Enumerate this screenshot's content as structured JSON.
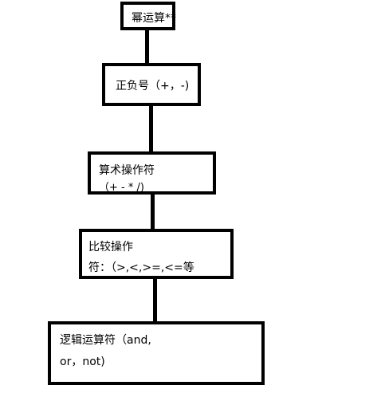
{
  "diagram": {
    "stroke_color": "#000000",
    "background_color": "#ffffff",
    "nodes": [
      {
        "id": "power",
        "lines": [
          "幂运算**"
        ]
      },
      {
        "id": "sign",
        "lines": [
          "正负号（+，-)"
        ]
      },
      {
        "id": "arithmetic",
        "lines": [
          "算术操作符",
          "（+  -  *  /)"
        ]
      },
      {
        "id": "comparison",
        "lines": [
          "比较操作",
          "符：（>,<,>=,<=等"
        ]
      },
      {
        "id": "logical",
        "lines": [
          "逻辑运算符（and,",
          "or，not)"
        ]
      }
    ]
  }
}
